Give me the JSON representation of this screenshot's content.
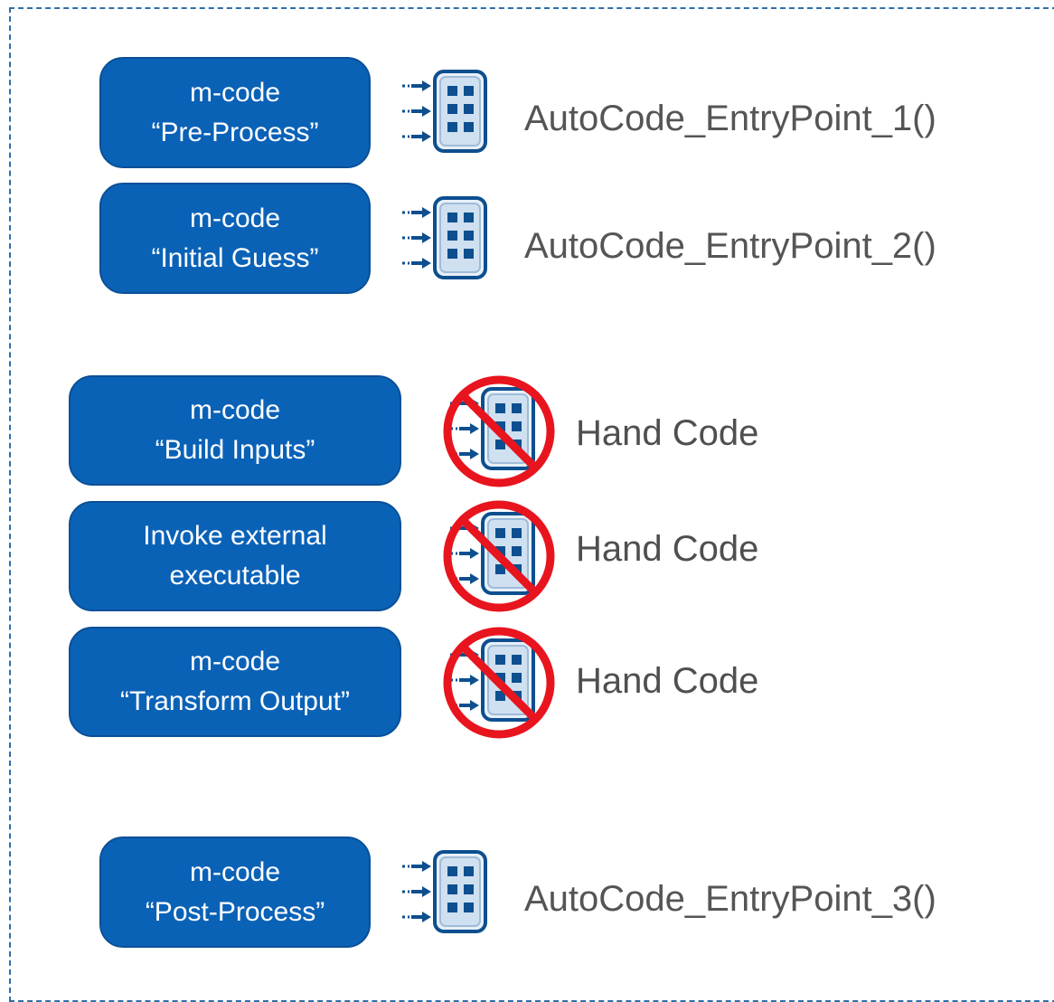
{
  "colors": {
    "block_fill": "#0a62b7",
    "block_text": "#ffffff",
    "frame": "#2e6fa8",
    "icon_blue": "#0d4f8f",
    "prohibited_red": "#e8141e"
  },
  "rows": [
    {
      "block_lines": [
        "m-code",
        "“Pre-Process”"
      ],
      "icon": "entry-point-icon",
      "label": "AutoCode_EntryPoint_1()",
      "crossed": false
    },
    {
      "block_lines": [
        "m-code",
        "“Initial Guess”"
      ],
      "icon": "entry-point-icon",
      "label": "AutoCode_EntryPoint_2()",
      "crossed": false
    },
    {
      "block_lines": [
        "m-code",
        "“Build Inputs”"
      ],
      "icon": "prohibited-entry-point-icon",
      "label": "Hand Code",
      "crossed": true
    },
    {
      "block_lines": [
        "Invoke external",
        "executable"
      ],
      "icon": "prohibited-entry-point-icon",
      "label": "Hand Code",
      "crossed": true
    },
    {
      "block_lines": [
        "m-code",
        "“Transform Output”"
      ],
      "icon": "prohibited-entry-point-icon",
      "label": "Hand Code",
      "crossed": true
    },
    {
      "block_lines": [
        "m-code",
        "“Post-Process”"
      ],
      "icon": "entry-point-icon",
      "label": "AutoCode_EntryPoint_3()",
      "crossed": false
    }
  ]
}
